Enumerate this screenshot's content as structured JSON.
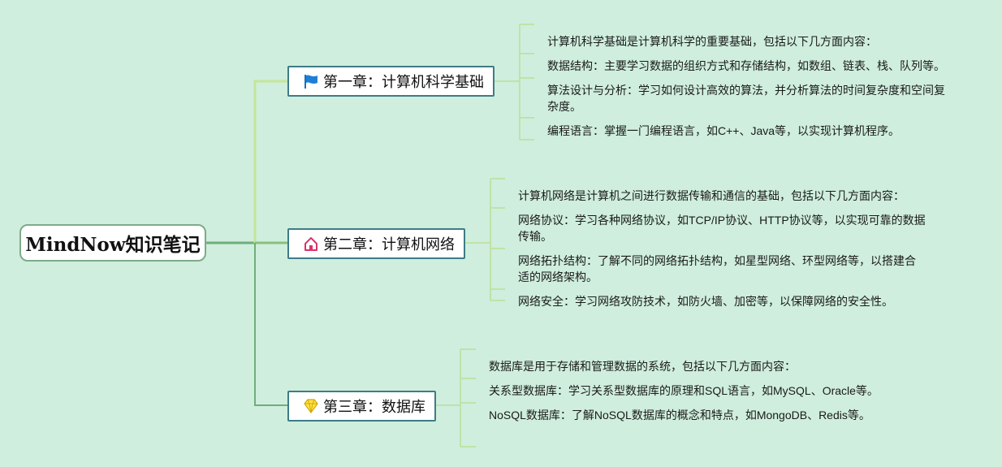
{
  "root": {
    "title": "MindNow知识笔记"
  },
  "chapters": [
    {
      "title": "第一章：计算机科学基础",
      "icon": "flag-icon",
      "notes": [
        "计算机科学基础是计算机科学的重要基础，包括以下几方面内容：",
        "数据结构：主要学习数据的组织方式和存储结构，如数组、链表、栈、队列等。",
        "算法设计与分析：学习如何设计高效的算法，并分析算法的时间复杂度和空间复杂度。",
        "编程语言：掌握一门编程语言，如C++、Java等，以实现计算机程序。"
      ]
    },
    {
      "title": "第二章：计算机网络",
      "icon": "house-icon",
      "notes": [
        "计算机网络是计算机之间进行数据传输和通信的基础，包括以下几方面内容：",
        "网络协议：学习各种网络协议，如TCP/IP协议、HTTP协议等，以实现可靠的数据传输。",
        "网络拓扑结构：了解不同的网络拓扑结构，如星型网络、环型网络等，以搭建合适的网络架构。",
        "网络安全：学习网络攻防技术，如防火墙、加密等，以保障网络的安全性。"
      ]
    },
    {
      "title": "第三章：数据库",
      "icon": "diamond-icon",
      "notes": [
        "数据库是用于存储和管理数据的系统，包括以下几方面内容：",
        "关系型数据库：学习关系型数据库的原理和SQL语言，如MySQL、Oracle等。",
        "NoSQL数据库：了解NoSQL数据库的概念和特点，如MongoDB、Redis等。"
      ]
    }
  ],
  "colors": {
    "background": "#cfeedd",
    "root_border": "#7faa8b",
    "chapter_border": "#3e7c86",
    "branch_line": "#6fae7a",
    "branch_line_light": "#c6e59a",
    "note_bracket": "#bfe3a8"
  }
}
